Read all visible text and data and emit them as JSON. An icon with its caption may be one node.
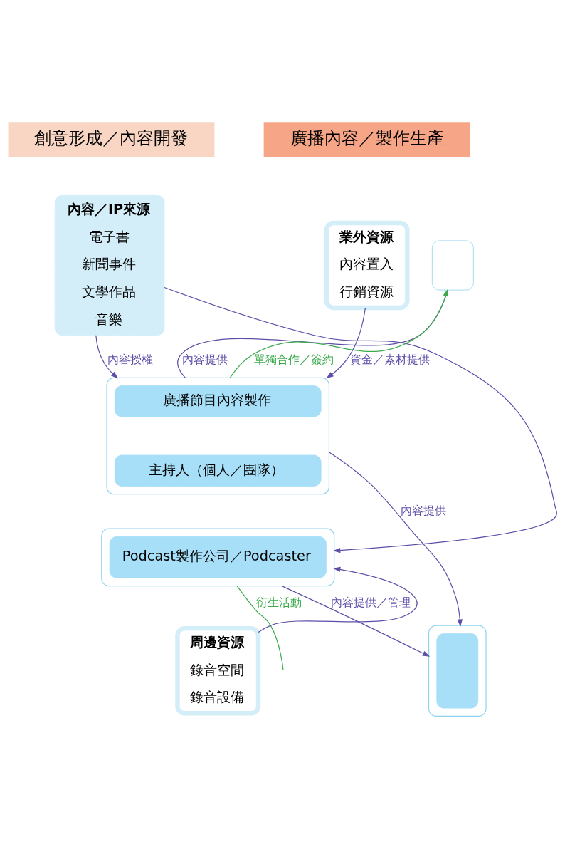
{
  "diagram": {
    "nodes": [
      {
        "text": [
          "內容／IP來源",
          "電子書",
          "新聞事件",
          "文學作品",
          "音樂"
        ]
      },
      {
        "text": [
          "業外資源",
          "內容置入",
          "行銷資源"
        ]
      },
      {
        "text": [],
        "shape": "box"
      },
      {
        "text": [
          "廣播節目內容製作"
        ],
        "in": 2
      },
      {
        "text": [
          "主持人（個人／團隊）"
        ],
        "in": 2
      },
      {
        "text": [],
        "shape": "box"
      },
      {
        "text": [
          "Podcast製作公司／Podcaster"
        ],
        "in": 5
      },
      {
        "text": [
          "周邊資源",
          "錄音空間",
          "錄音設備"
        ]
      },
      {
        "text": [],
        "shape": "box"
      },
      {
        "text": [],
        "shape": "box"
      },
      {
        "text": [],
        "shape": "box",
        "in": 9
      }
    ],
    "edges": [
      {
        "from": 0,
        "to": 5,
        "arrow": "to"
      },
      {
        "from": 0,
        "to": 2,
        "label": "內容授權",
        "arrow": "to"
      },
      {
        "from": 1,
        "to": 2,
        "label": "資金／素材提供",
        "arrow": "to"
      },
      {
        "from": 2,
        "to": 8,
        "label": "內容提供",
        "arrow": "to"
      },
      {
        "from": 2,
        "to": 8,
        "label": "單獨合作／簽約",
        "arrow": "to",
        "color": "#3aaa4a"
      },
      {
        "from": 2,
        "to": 9,
        "label": "內容提供",
        "arrow": "to"
      },
      {
        "from": 5,
        "to": 9,
        "label": "內容提供／管理",
        "arrow": "to"
      },
      {
        "from": 5,
        "to": null,
        "label": "衍生活動",
        "arrow": "none",
        "color": "#3aaa4a"
      },
      {
        "from": 7,
        "to": 5,
        "arrow": "to"
      }
    ],
    "labels": [
      "創意形成／內容開發",
      "廣播內容／製作生產"
    ]
  }
}
